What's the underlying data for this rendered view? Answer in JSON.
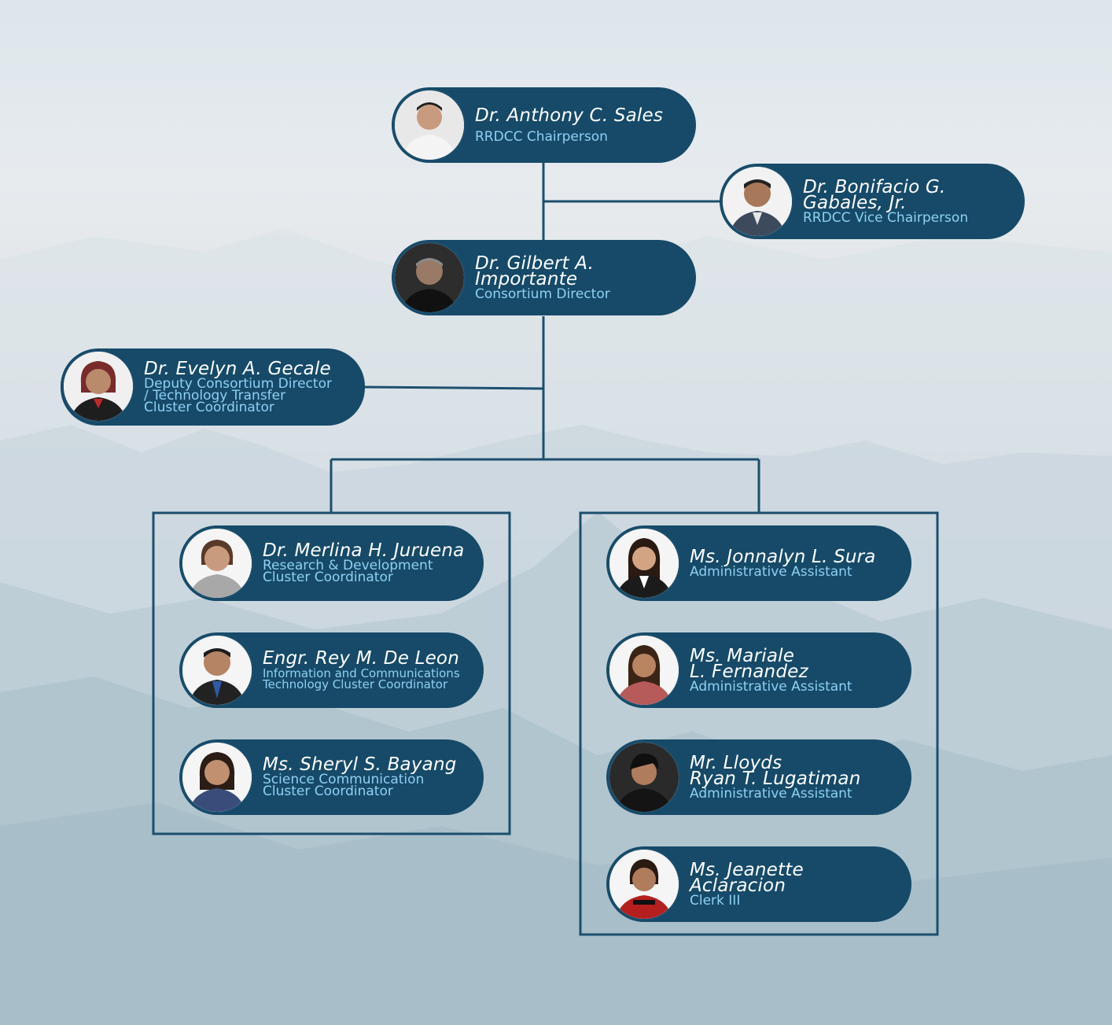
{
  "people": {
    "chair": {
      "name": "Dr. Anthony C. Sales",
      "role": "RRDCC Chairperson",
      "photo_icon": "portrait-photo-icon"
    },
    "vice_chair": {
      "name": "Dr. Bonifacio G.\nGabales, Jr.",
      "role": "RRDCC Vice Chairperson",
      "photo_icon": "portrait-photo-icon"
    },
    "director": {
      "name": "Dr. Gilbert A.\nImportante",
      "role": "Consortium Director",
      "photo_icon": "portrait-photo-icon"
    },
    "deputy": {
      "name": "Dr. Evelyn A. Gecale",
      "role": "Deputy Consortium Director\n/ Technology Transfer\nCluster Coordinator",
      "photo_icon": "portrait-photo-icon"
    },
    "left_branch": [
      {
        "name": "Dr. Merlina H. Juruena",
        "role": "Research & Development\nCluster Coordinator"
      },
      {
        "name": "Engr. Rey M. De Leon",
        "role": "Information and Communications\nTechnology Cluster Coordinator"
      },
      {
        "name": "Ms. Sheryl S. Bayang",
        "role": "Science Communication\nCluster Coordinator"
      }
    ],
    "right_branch": [
      {
        "name": "Ms. Jonnalyn L. Sura",
        "role": "Administrative Assistant"
      },
      {
        "name": "Ms. Mariale\nL. Fernandez",
        "role": "Administrative Assistant"
      },
      {
        "name": "Mr. Lloyds\nRyan T. Lugatiman",
        "role": "Administrative Assistant"
      },
      {
        "name": "Ms. Jeanette\nAclaracion",
        "role": "Clerk III"
      }
    ]
  },
  "colors": {
    "card": "#164a68",
    "name_text": "#ffffff",
    "role_text": "#8fd0f3",
    "connector": "#1d4f6d"
  }
}
